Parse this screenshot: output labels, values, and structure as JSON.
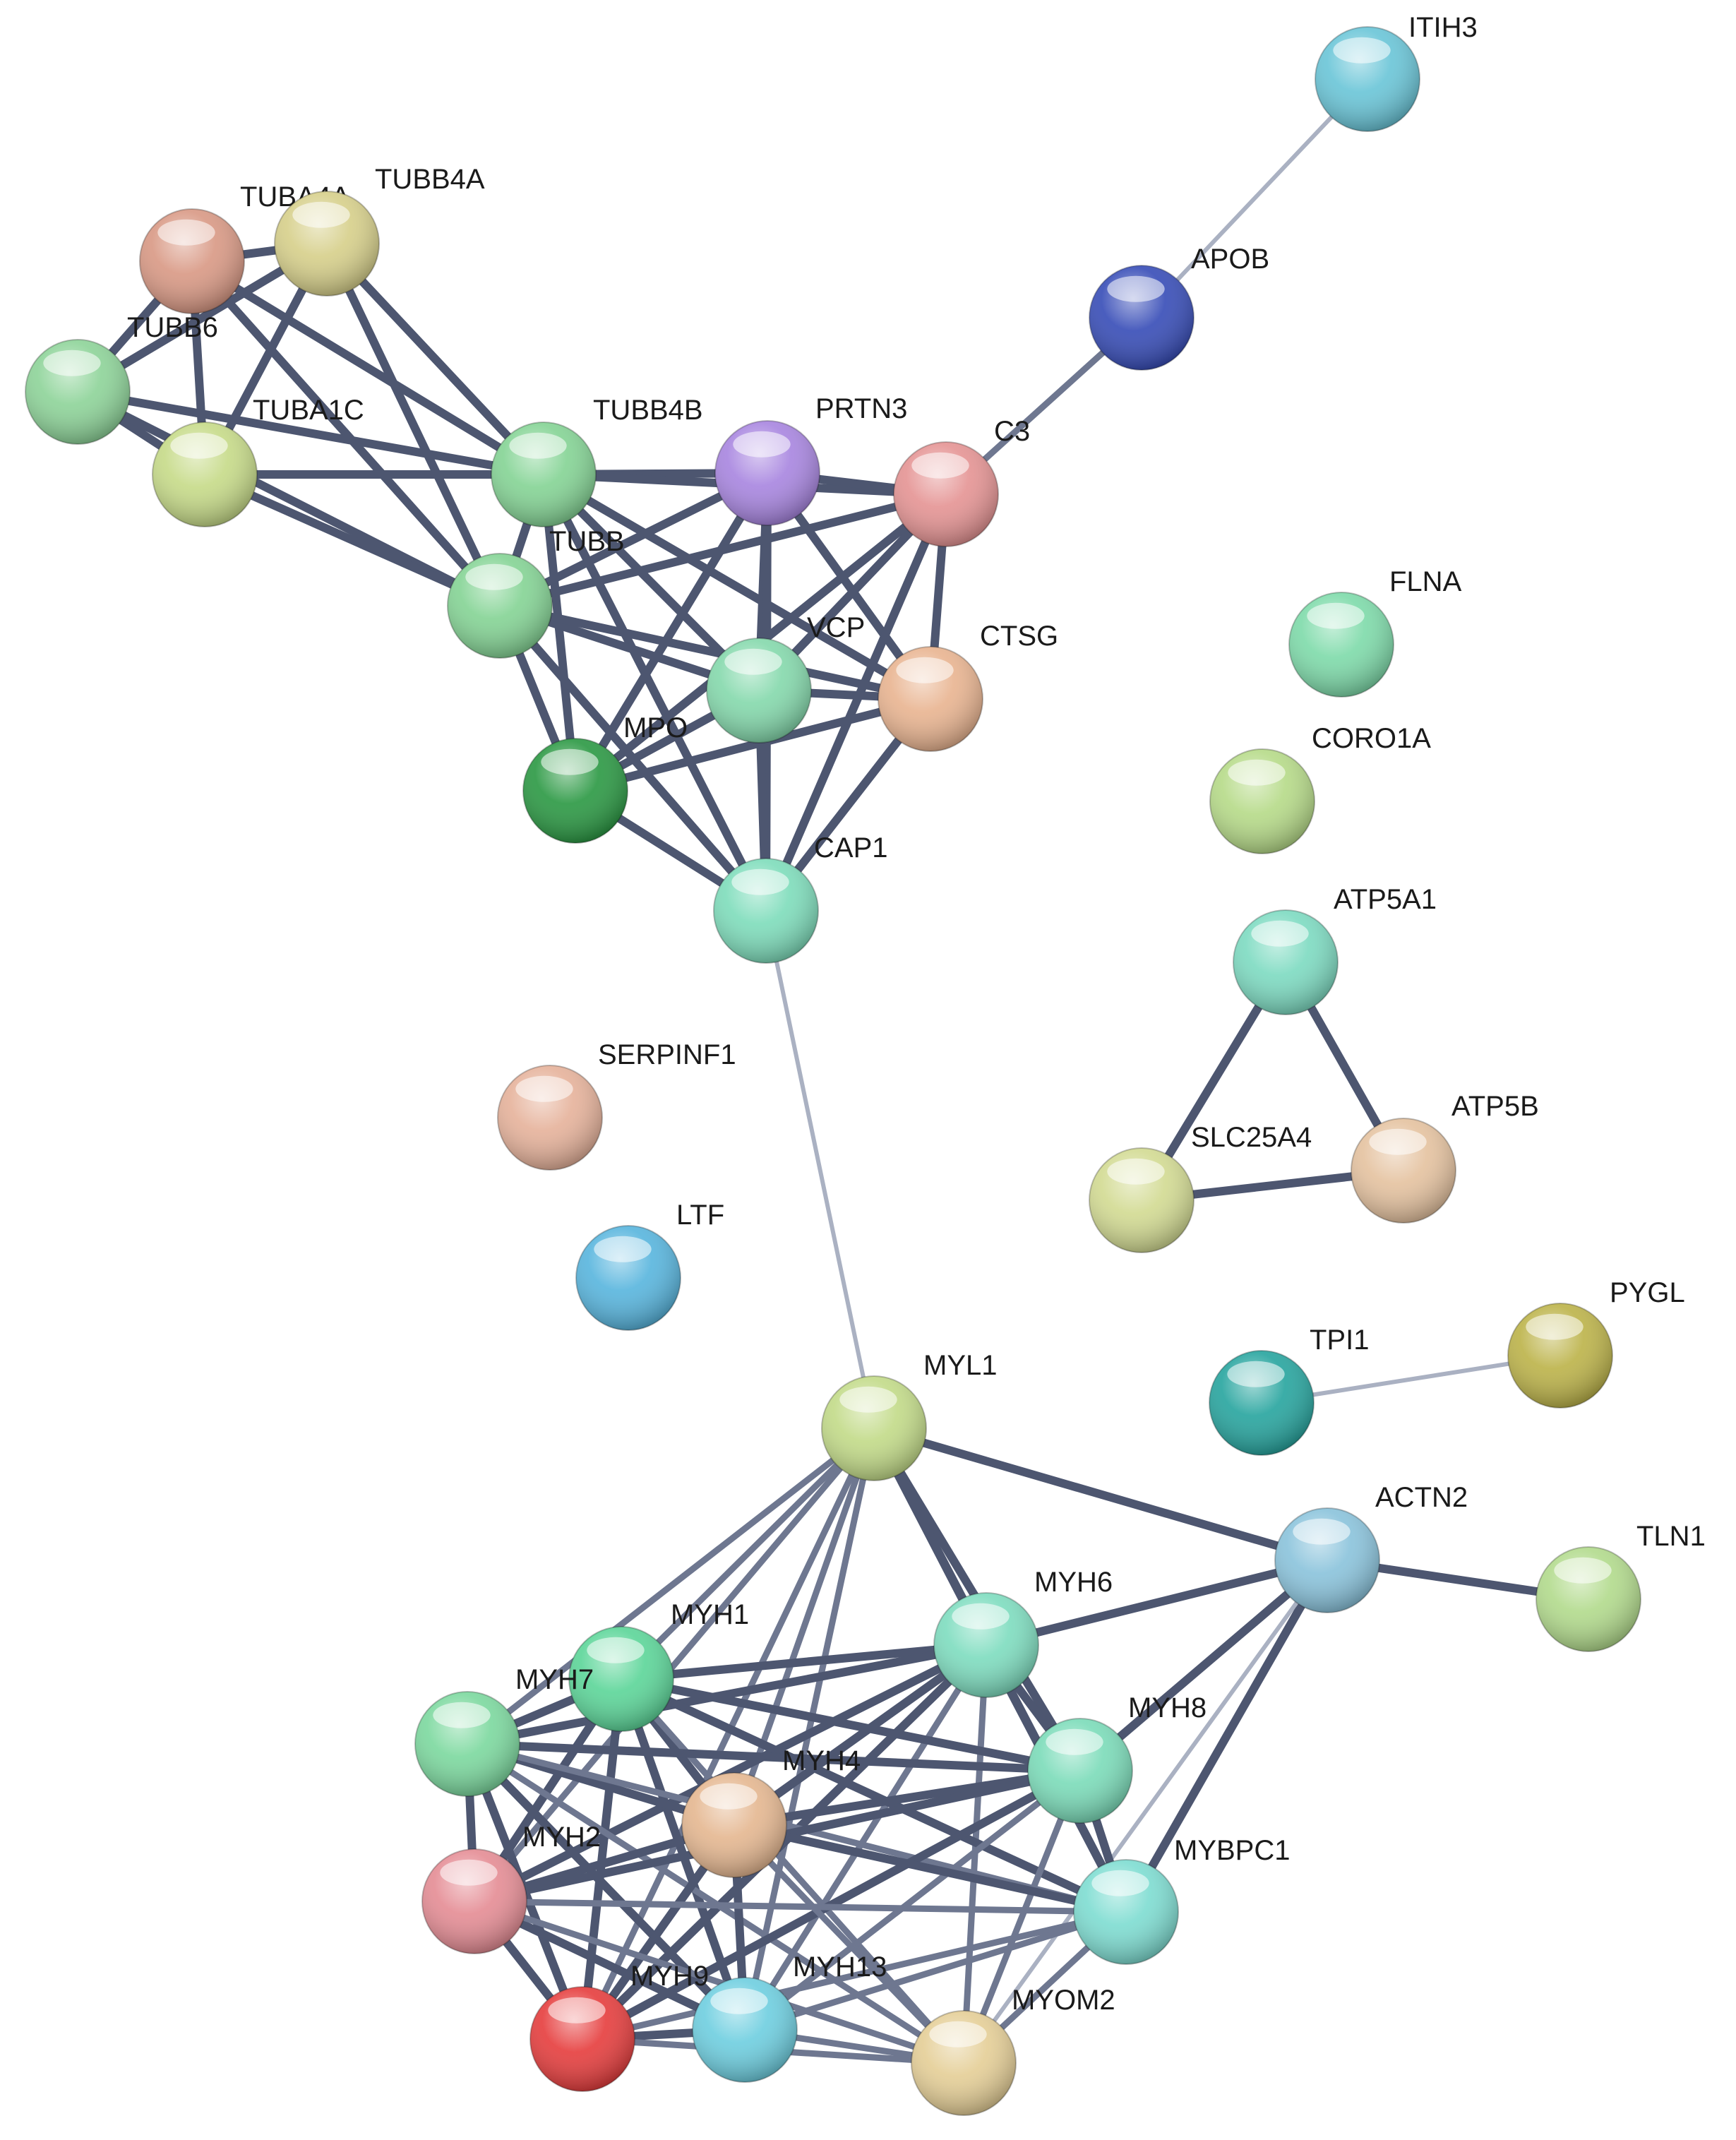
{
  "nodes": [
    {
      "id": "ITIH3",
      "label": "ITIH3",
      "color": "#6cc6d8"
    },
    {
      "id": "APOB",
      "label": "APOB",
      "color": "#3a4fb8"
    },
    {
      "id": "TUBA4A",
      "label": "TUBA4A",
      "color": "#d99a86"
    },
    {
      "id": "TUBB4A",
      "label": "TUBB4A",
      "color": "#d7d08c"
    },
    {
      "id": "TUBB6",
      "label": "TUBB6",
      "color": "#8fd49a"
    },
    {
      "id": "TUBA1C",
      "label": "TUBA1C",
      "color": "#c7db8a"
    },
    {
      "id": "TUBB4B",
      "label": "TUBB4B",
      "color": "#86d496"
    },
    {
      "id": "PRTN3",
      "label": "PRTN3",
      "color": "#a987e0"
    },
    {
      "id": "C3",
      "label": "C3",
      "color": "#e59595"
    },
    {
      "id": "TUBB",
      "label": "TUBB",
      "color": "#86d496"
    },
    {
      "id": "VCP",
      "label": "VCP",
      "color": "#86d9ad"
    },
    {
      "id": "CTSG",
      "label": "CTSG",
      "color": "#e9b592"
    },
    {
      "id": "MPO",
      "label": "MPO",
      "color": "#2e9a46"
    },
    {
      "id": "CAP1",
      "label": "CAP1",
      "color": "#80ddbc"
    },
    {
      "id": "FLNA",
      "label": "FLNA",
      "color": "#80dbab"
    },
    {
      "id": "CORO1A",
      "label": "CORO1A",
      "color": "#b7db8a"
    },
    {
      "id": "ATP5A1",
      "label": "ATP5A1",
      "color": "#7fdbc2"
    },
    {
      "id": "SERPINF1",
      "label": "SERPINF1",
      "color": "#e6b39c"
    },
    {
      "id": "SLC25A4",
      "label": "SLC25A4",
      "color": "#d3db94"
    },
    {
      "id": "ATP5B",
      "label": "ATP5B",
      "color": "#e5c3a1"
    },
    {
      "id": "LTF",
      "label": "LTF",
      "color": "#5ab6de"
    },
    {
      "id": "PYGL",
      "label": "PYGL",
      "color": "#bdb44c"
    },
    {
      "id": "TPI1",
      "label": "TPI1",
      "color": "#2aa6a0"
    },
    {
      "id": "MYL1",
      "label": "MYL1",
      "color": "#c3db8a"
    },
    {
      "id": "ACTN2",
      "label": "ACTN2",
      "color": "#8cc4dc"
    },
    {
      "id": "TLN1",
      "label": "TLN1",
      "color": "#b3db8e"
    },
    {
      "id": "MYH6",
      "label": "MYH6",
      "color": "#80ddc0"
    },
    {
      "id": "MYH1",
      "label": "MYH1",
      "color": "#5ed69a"
    },
    {
      "id": "MYH7",
      "label": "MYH7",
      "color": "#7ed9a0"
    },
    {
      "id": "MYH8",
      "label": "MYH8",
      "color": "#7ddcba"
    },
    {
      "id": "MYH4",
      "label": "MYH4",
      "color": "#e5b892"
    },
    {
      "id": "MYBPC1",
      "label": "MYBPC1",
      "color": "#80ddd2"
    },
    {
      "id": "MYH2",
      "label": "MYH2",
      "color": "#e58e96"
    },
    {
      "id": "MYH9",
      "label": "MYH9",
      "color": "#e64040"
    },
    {
      "id": "MYH13",
      "label": "MYH13",
      "color": "#70cfe0"
    },
    {
      "id": "MYOM2",
      "label": "MYOM2",
      "color": "#e5cf98"
    }
  ],
  "edges": [
    {
      "source": "ITIH3",
      "target": "APOB",
      "weight": "light"
    },
    {
      "source": "APOB",
      "target": "C3",
      "weight": "medium"
    },
    {
      "source": "TUBA4A",
      "target": "TUBB4A",
      "weight": "strong"
    },
    {
      "source": "TUBA4A",
      "target": "TUBB6",
      "weight": "strong"
    },
    {
      "source": "TUBA4A",
      "target": "TUBA1C",
      "weight": "strong"
    },
    {
      "source": "TUBA4A",
      "target": "TUBB4B",
      "weight": "strong"
    },
    {
      "source": "TUBA4A",
      "target": "TUBB",
      "weight": "strong"
    },
    {
      "source": "TUBB4A",
      "target": "TUBB6",
      "weight": "strong"
    },
    {
      "source": "TUBB4A",
      "target": "TUBA1C",
      "weight": "strong"
    },
    {
      "source": "TUBB4A",
      "target": "TUBB4B",
      "weight": "strong"
    },
    {
      "source": "TUBB4A",
      "target": "TUBB",
      "weight": "strong"
    },
    {
      "source": "TUBB6",
      "target": "TUBA1C",
      "weight": "strong"
    },
    {
      "source": "TUBB6",
      "target": "TUBB4B",
      "weight": "strong"
    },
    {
      "source": "TUBB6",
      "target": "TUBB",
      "weight": "strong"
    },
    {
      "source": "TUBA1C",
      "target": "TUBB4B",
      "weight": "strong"
    },
    {
      "source": "TUBA1C",
      "target": "TUBB",
      "weight": "strong"
    },
    {
      "source": "TUBB4B",
      "target": "TUBB",
      "weight": "strong"
    },
    {
      "source": "TUBB4B",
      "target": "PRTN3",
      "weight": "strong"
    },
    {
      "source": "TUBB4B",
      "target": "C3",
      "weight": "strong"
    },
    {
      "source": "TUBB4B",
      "target": "VCP",
      "weight": "strong"
    },
    {
      "source": "TUBB4B",
      "target": "CTSG",
      "weight": "strong"
    },
    {
      "source": "TUBB4B",
      "target": "MPO",
      "weight": "strong"
    },
    {
      "source": "TUBB4B",
      "target": "CAP1",
      "weight": "strong"
    },
    {
      "source": "PRTN3",
      "target": "C3",
      "weight": "strong"
    },
    {
      "source": "PRTN3",
      "target": "TUBB",
      "weight": "strong"
    },
    {
      "source": "PRTN3",
      "target": "VCP",
      "weight": "strong"
    },
    {
      "source": "PRTN3",
      "target": "CTSG",
      "weight": "strong"
    },
    {
      "source": "PRTN3",
      "target": "MPO",
      "weight": "strong"
    },
    {
      "source": "PRTN3",
      "target": "CAP1",
      "weight": "strong"
    },
    {
      "source": "C3",
      "target": "TUBB",
      "weight": "strong"
    },
    {
      "source": "C3",
      "target": "VCP",
      "weight": "strong"
    },
    {
      "source": "C3",
      "target": "CTSG",
      "weight": "strong"
    },
    {
      "source": "C3",
      "target": "MPO",
      "weight": "strong"
    },
    {
      "source": "C3",
      "target": "CAP1",
      "weight": "strong"
    },
    {
      "source": "TUBB",
      "target": "VCP",
      "weight": "strong"
    },
    {
      "source": "TUBB",
      "target": "CTSG",
      "weight": "strong"
    },
    {
      "source": "TUBB",
      "target": "MPO",
      "weight": "strong"
    },
    {
      "source": "TUBB",
      "target": "CAP1",
      "weight": "strong"
    },
    {
      "source": "VCP",
      "target": "CTSG",
      "weight": "strong"
    },
    {
      "source": "VCP",
      "target": "MPO",
      "weight": "strong"
    },
    {
      "source": "VCP",
      "target": "CAP1",
      "weight": "strong"
    },
    {
      "source": "CTSG",
      "target": "MPO",
      "weight": "strong"
    },
    {
      "source": "CTSG",
      "target": "CAP1",
      "weight": "strong"
    },
    {
      "source": "MPO",
      "target": "CAP1",
      "weight": "strong"
    },
    {
      "source": "CAP1",
      "target": "MYL1",
      "weight": "light"
    },
    {
      "source": "ATP5A1",
      "target": "SLC25A4",
      "weight": "strong"
    },
    {
      "source": "ATP5A1",
      "target": "ATP5B",
      "weight": "strong"
    },
    {
      "source": "SLC25A4",
      "target": "ATP5B",
      "weight": "strong"
    },
    {
      "source": "TPI1",
      "target": "PYGL",
      "weight": "light"
    },
    {
      "source": "MYL1",
      "target": "ACTN2",
      "weight": "strong"
    },
    {
      "source": "MYL1",
      "target": "MYH6",
      "weight": "strong"
    },
    {
      "source": "MYL1",
      "target": "MYH1",
      "weight": "medium"
    },
    {
      "source": "MYL1",
      "target": "MYH7",
      "weight": "medium"
    },
    {
      "source": "MYL1",
      "target": "MYH8",
      "weight": "strong"
    },
    {
      "source": "MYL1",
      "target": "MYH4",
      "weight": "medium"
    },
    {
      "source": "MYL1",
      "target": "MYBPC1",
      "weight": "strong"
    },
    {
      "source": "MYL1",
      "target": "MYH2",
      "weight": "medium"
    },
    {
      "source": "MYL1",
      "target": "MYH9",
      "weight": "medium"
    },
    {
      "source": "MYL1",
      "target": "MYH13",
      "weight": "medium"
    },
    {
      "source": "ACTN2",
      "target": "TLN1",
      "weight": "strong"
    },
    {
      "source": "ACTN2",
      "target": "MYH6",
      "weight": "strong"
    },
    {
      "source": "ACTN2",
      "target": "MYH8",
      "weight": "strong"
    },
    {
      "source": "ACTN2",
      "target": "MYBPC1",
      "weight": "strong"
    },
    {
      "source": "ACTN2",
      "target": "MYOM2",
      "weight": "light"
    },
    {
      "source": "MYH6",
      "target": "MYH1",
      "weight": "strong"
    },
    {
      "source": "MYH6",
      "target": "MYH7",
      "weight": "strong"
    },
    {
      "source": "MYH6",
      "target": "MYH8",
      "weight": "strong"
    },
    {
      "source": "MYH6",
      "target": "MYH4",
      "weight": "strong"
    },
    {
      "source": "MYH6",
      "target": "MYBPC1",
      "weight": "strong"
    },
    {
      "source": "MYH6",
      "target": "MYH2",
      "weight": "strong"
    },
    {
      "source": "MYH6",
      "target": "MYH9",
      "weight": "strong"
    },
    {
      "source": "MYH6",
      "target": "MYH13",
      "weight": "medium"
    },
    {
      "source": "MYH6",
      "target": "MYOM2",
      "weight": "medium"
    },
    {
      "source": "MYH1",
      "target": "MYH7",
      "weight": "strong"
    },
    {
      "source": "MYH1",
      "target": "MYH8",
      "weight": "strong"
    },
    {
      "source": "MYH1",
      "target": "MYH4",
      "weight": "strong"
    },
    {
      "source": "MYH1",
      "target": "MYBPC1",
      "weight": "strong"
    },
    {
      "source": "MYH1",
      "target": "MYH2",
      "weight": "strong"
    },
    {
      "source": "MYH1",
      "target": "MYH9",
      "weight": "strong"
    },
    {
      "source": "MYH1",
      "target": "MYH13",
      "weight": "strong"
    },
    {
      "source": "MYH1",
      "target": "MYOM2",
      "weight": "medium"
    },
    {
      "source": "MYH7",
      "target": "MYH8",
      "weight": "strong"
    },
    {
      "source": "MYH7",
      "target": "MYH4",
      "weight": "strong"
    },
    {
      "source": "MYH7",
      "target": "MYBPC1",
      "weight": "medium"
    },
    {
      "source": "MYH7",
      "target": "MYH2",
      "weight": "strong"
    },
    {
      "source": "MYH7",
      "target": "MYH9",
      "weight": "strong"
    },
    {
      "source": "MYH7",
      "target": "MYH13",
      "weight": "strong"
    },
    {
      "source": "MYH7",
      "target": "MYOM2",
      "weight": "medium"
    },
    {
      "source": "MYH8",
      "target": "MYH4",
      "weight": "strong"
    },
    {
      "source": "MYH8",
      "target": "MYBPC1",
      "weight": "strong"
    },
    {
      "source": "MYH8",
      "target": "MYH2",
      "weight": "strong"
    },
    {
      "source": "MYH8",
      "target": "MYH9",
      "weight": "strong"
    },
    {
      "source": "MYH8",
      "target": "MYH13",
      "weight": "medium"
    },
    {
      "source": "MYH8",
      "target": "MYOM2",
      "weight": "medium"
    },
    {
      "source": "MYH4",
      "target": "MYBPC1",
      "weight": "strong"
    },
    {
      "source": "MYH4",
      "target": "MYH2",
      "weight": "strong"
    },
    {
      "source": "MYH4",
      "target": "MYH9",
      "weight": "strong"
    },
    {
      "source": "MYH4",
      "target": "MYH13",
      "weight": "strong"
    },
    {
      "source": "MYH4",
      "target": "MYOM2",
      "weight": "medium"
    },
    {
      "source": "MYBPC1",
      "target": "MYH2",
      "weight": "medium"
    },
    {
      "source": "MYBPC1",
      "target": "MYH9",
      "weight": "medium"
    },
    {
      "source": "MYBPC1",
      "target": "MYH13",
      "weight": "medium"
    },
    {
      "source": "MYBPC1",
      "target": "MYOM2",
      "weight": "medium"
    },
    {
      "source": "MYH2",
      "target": "MYH9",
      "weight": "strong"
    },
    {
      "source": "MYH2",
      "target": "MYH13",
      "weight": "strong"
    },
    {
      "source": "MYH2",
      "target": "MYOM2",
      "weight": "medium"
    },
    {
      "source": "MYH9",
      "target": "MYH13",
      "weight": "strong"
    },
    {
      "source": "MYH9",
      "target": "MYOM2",
      "weight": "medium"
    },
    {
      "source": "MYH13",
      "target": "MYOM2",
      "weight": "medium"
    }
  ],
  "edge_colors": {
    "strong": "#4d5670",
    "medium": "#6e7790",
    "light": "#aab1c2"
  }
}
